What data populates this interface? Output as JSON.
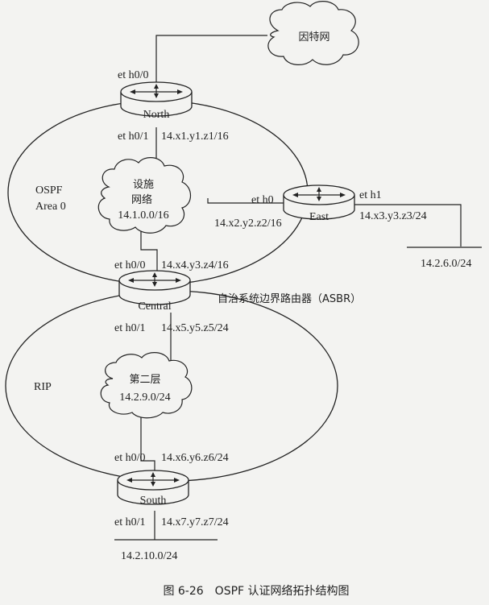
{
  "cloud_internet": "因特网",
  "cloud_facility": [
    "设施",
    "网络",
    "14.1.0.0/16"
  ],
  "cloud_layer2": [
    "第二层",
    "14.2.9.0/24"
  ],
  "routers": {
    "north": "North",
    "east": "East",
    "central": "Central",
    "south": "South"
  },
  "areas": {
    "ospf_line1": "OSPF",
    "ospf_line2": "Area 0",
    "rip": "RIP"
  },
  "asbr_label": "自治系统边界路由器（ASBR）",
  "interfaces": {
    "north_eth0": "et h0/0",
    "north_eth1": "et h0/1",
    "north_ip1": "14.x1.y1.z1/16",
    "east_eth0": "et h0",
    "east_eth1": "et h1",
    "east_ip2": "14.x2.y2.z2/16",
    "east_ip3": "14.x3.y3.z3/24",
    "central_eth0": "et h0/0",
    "central_ip4": "14.x4.y3.z4/16",
    "central_eth1": "et h0/1",
    "central_ip5": "14.x5.y5.z5/24",
    "south_eth0": "et h0/0",
    "south_ip6": "14.x6.y6.z6/24",
    "south_eth1": "et h0/1",
    "south_ip7": "14.x7.y7.z7/24"
  },
  "networks": {
    "east_lan": "14.2.6.0/24",
    "south_lan": "14.2.10.0/24"
  },
  "caption": "图 6-26　OSPF 认证网络拓扑结构图"
}
